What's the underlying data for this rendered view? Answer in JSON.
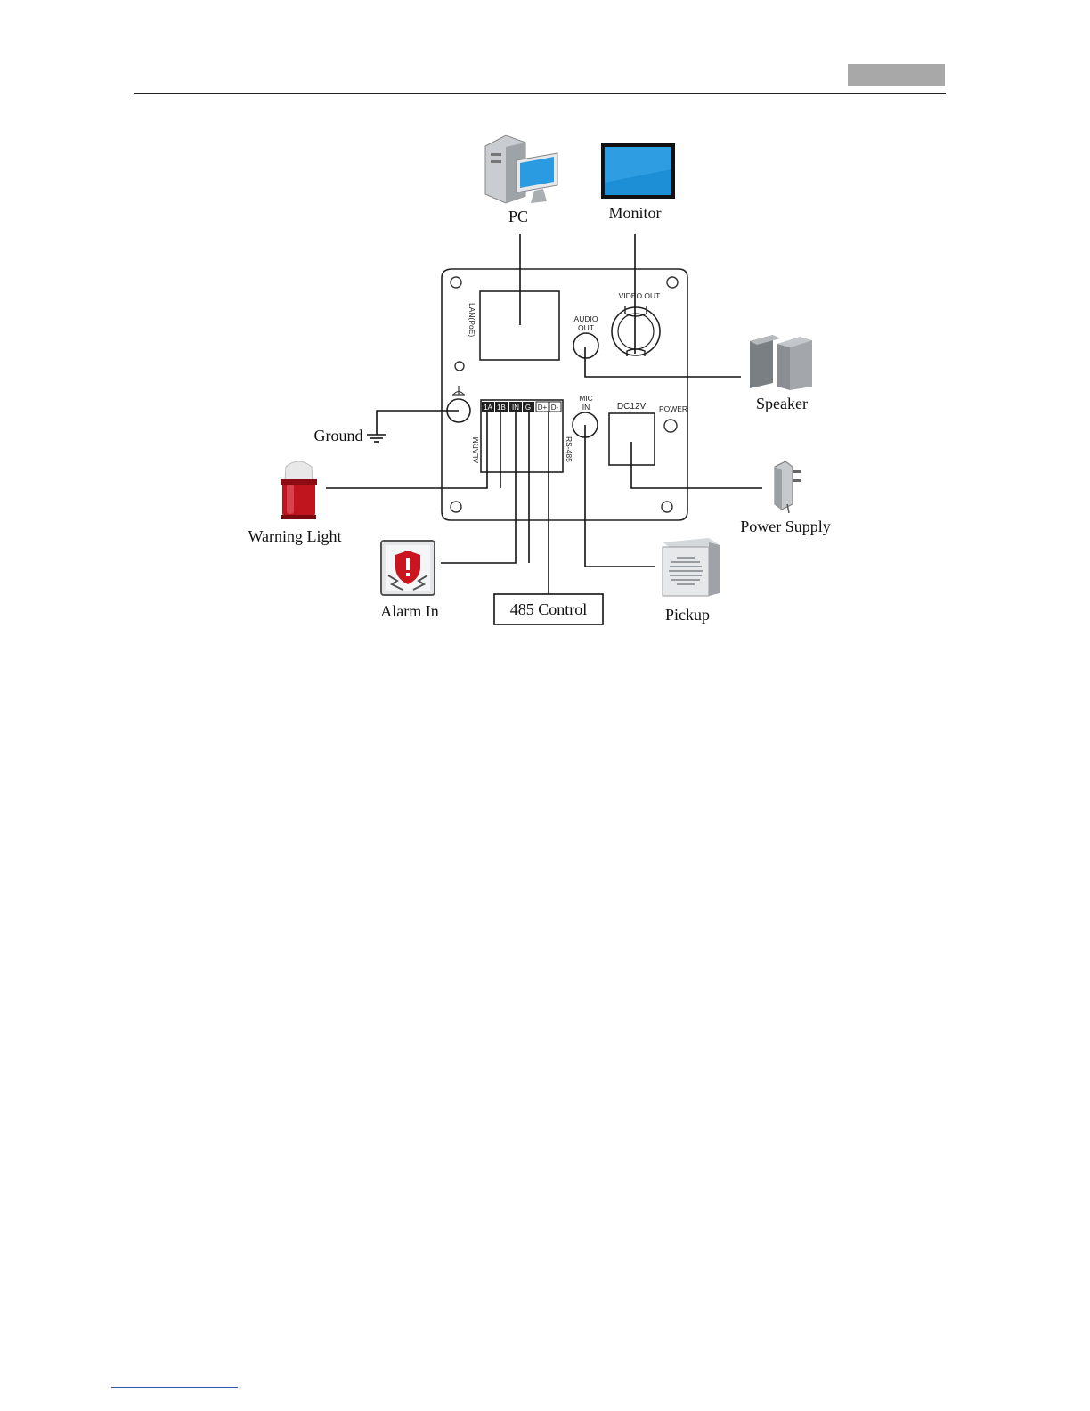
{
  "devices": {
    "pc": "PC",
    "monitor": "Monitor",
    "speaker": "Speaker",
    "ground": "Ground",
    "warning_light": "Warning Light",
    "power_supply": "Power Supply",
    "alarm_in": "Alarm In",
    "control_485": "485 Control",
    "pickup": "Pickup"
  },
  "panel": {
    "lan": "LAN(PoE)",
    "video_out": "VIDEO OUT",
    "audio_out_1": "AUDIO",
    "audio_out_2": "OUT",
    "mic_in_1": "MIC",
    "mic_in_2": "IN",
    "dc12v": "DC12V",
    "power": "POWER",
    "alarm": "ALARM",
    "rs485": "RS-485",
    "terminals": [
      "1A",
      "1B",
      "IN",
      "G",
      "D+",
      "D-"
    ]
  },
  "colors": {
    "header_tab": "#a8a8a8",
    "warning_red": "#c0141e",
    "monitor_blue": "#1d8fd6"
  }
}
